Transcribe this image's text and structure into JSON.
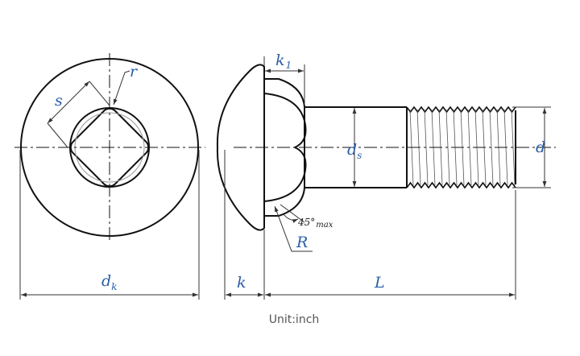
{
  "labels": {
    "s": "s",
    "r": "r",
    "k1": "k",
    "k1_sub": "1",
    "ds": "d",
    "ds_sub": "s",
    "d": "d",
    "dk": "d",
    "dk_sub": "k",
    "k": "k",
    "L": "L",
    "R": "R",
    "angle_note": "45°",
    "angle_note_sub": "max"
  },
  "unit_caption": "Unit:inch",
  "colors": {
    "line": "#111111",
    "label": "#2a5ea8",
    "dim": "#333333",
    "caption": "#555555",
    "thread_pitch": "#555555"
  }
}
